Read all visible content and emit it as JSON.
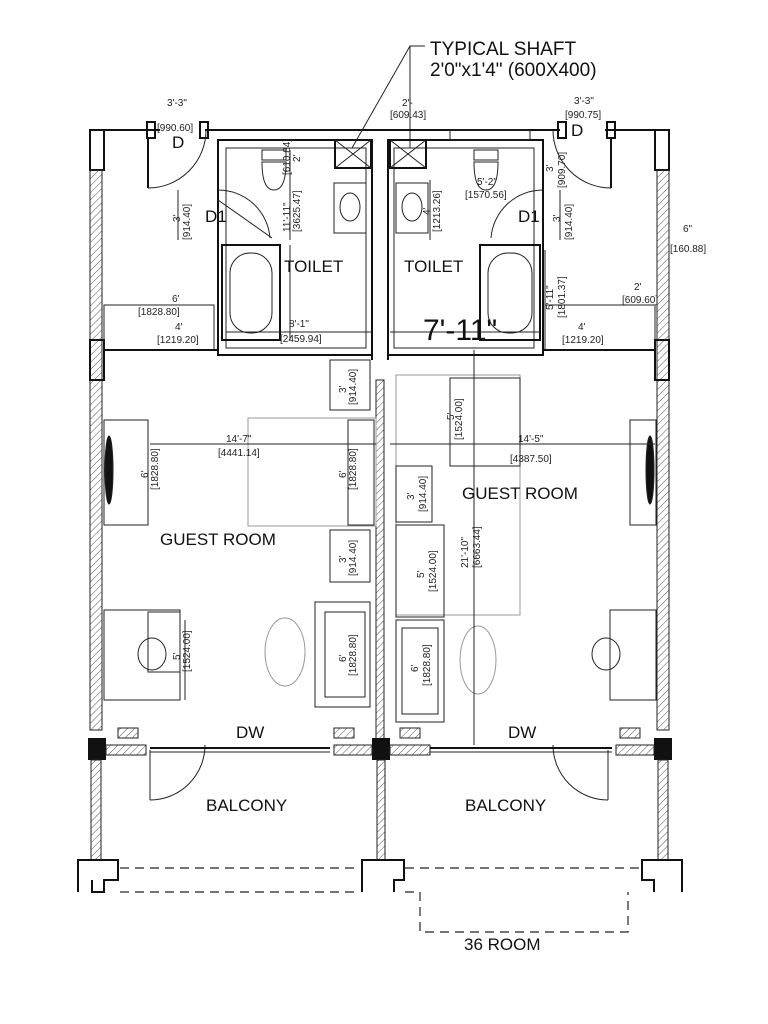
{
  "shaft": {
    "title": "TYPICAL SHAFT",
    "size": "2'0\"x1'4\" (600X400)"
  },
  "rooms": {
    "toilet_left": "TOILET",
    "toilet_right": "TOILET",
    "guest_left": "GUEST ROOM",
    "guest_right": "GUEST ROOM",
    "balcony_left": "BALCONY",
    "balcony_right": "BALCONY",
    "room36": "36 ROOM"
  },
  "doors": {
    "d_left": "D",
    "d_right": "D",
    "d1_left": "D1",
    "d1_right": "D1",
    "dw_left": "DW",
    "dw_right": "DW"
  },
  "dims": [
    {
      "id": "d1",
      "ft": "3'-3\"",
      "mm": "[990.60]"
    },
    {
      "id": "d2",
      "ft": "2'-",
      "mm": "[609.43]"
    },
    {
      "id": "d3",
      "ft": "3'-3\"",
      "mm": "[990.75]"
    },
    {
      "id": "d4",
      "ft": "2'",
      "mm": "[610.84]"
    },
    {
      "id": "d5",
      "ft": "11'-11\"",
      "mm": "[3625.47]"
    },
    {
      "id": "d6",
      "ft": "3'",
      "mm": "[914.40]"
    },
    {
      "id": "d7",
      "ft": "5'-2\"",
      "mm": "[1570.56]"
    },
    {
      "id": "d8",
      "ft": "4'",
      "mm": "[1213.26]"
    },
    {
      "id": "d9",
      "ft": "3'",
      "mm": "[909.70]"
    },
    {
      "id": "d10",
      "ft": "3'",
      "mm": "[914.40]"
    },
    {
      "id": "d11",
      "ft": "6\"",
      "mm": "[160.88]"
    },
    {
      "id": "d12",
      "ft": "6'",
      "mm": "[1828.80]"
    },
    {
      "id": "d13",
      "ft": "4'",
      "mm": "[1219.20]"
    },
    {
      "id": "d14",
      "ft": "8'-1\"",
      "mm": "[2459.94]"
    },
    {
      "id": "d15",
      "ft": "5'-11\"",
      "mm": "[1801.37]"
    },
    {
      "id": "d16",
      "ft": "2'",
      "mm": "[609.60]"
    },
    {
      "id": "d17",
      "ft": "4'",
      "mm": "[1219.20]"
    },
    {
      "id": "d18",
      "ft": "3'",
      "mm": "[914.40]"
    },
    {
      "id": "d19",
      "ft": "5'",
      "mm": "[1524.00]"
    },
    {
      "id": "d20",
      "ft": "14'-7\"",
      "mm": "[4441.14]"
    },
    {
      "id": "d21",
      "ft": "14'-5\"",
      "mm": "[4387.50]"
    },
    {
      "id": "d22",
      "ft": "6'",
      "mm": "[1828.80]"
    },
    {
      "id": "d23",
      "ft": "6'",
      "mm": "[1828.80]"
    },
    {
      "id": "d24",
      "ft": "3'",
      "mm": "[914.40]"
    },
    {
      "id": "d25",
      "ft": "3'",
      "mm": "[914.40]"
    },
    {
      "id": "d26",
      "ft": "5'",
      "mm": "[1524.00]"
    },
    {
      "id": "d27",
      "ft": "21'-10\"",
      "mm": "[6663.44]"
    },
    {
      "id": "d28",
      "ft": "5'",
      "mm": "[1524.00]"
    },
    {
      "id": "d29",
      "ft": "6'",
      "mm": "[1828.80]"
    },
    {
      "id": "d30",
      "ft": "6'",
      "mm": "[1828.80]"
    }
  ],
  "overall_dim": "7'-11\""
}
